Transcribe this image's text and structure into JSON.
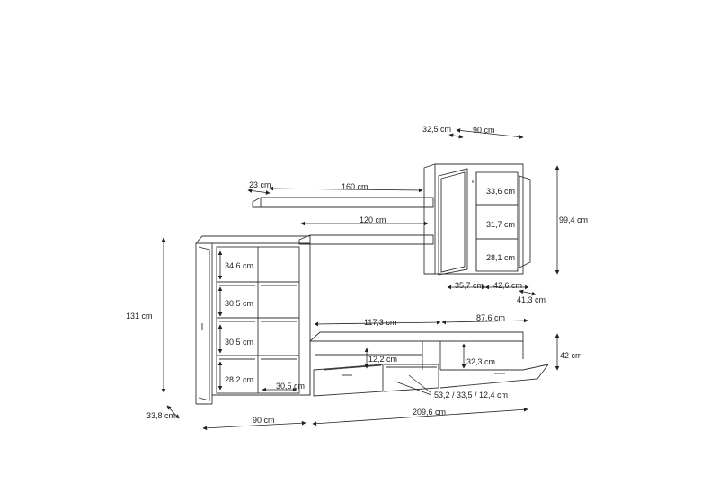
{
  "diagram": {
    "wall_unit": {
      "depth": "32,5 cm",
      "width": "90 cm",
      "height": "99,4 cm",
      "shelf_1": "33,6 cm",
      "shelf_2": "31,7 cm",
      "shelf_3": "28,1 cm",
      "bottom_left": "35,7 cm",
      "bottom_right": "42,6 cm",
      "side": "41,3 cm"
    },
    "wall_shelf": {
      "depth": "23 cm",
      "width": "160 cm"
    },
    "bridge_shelf": {
      "width": "120 cm"
    },
    "tall_cabinet": {
      "height": "131 cm",
      "shelf_1": "34,6 cm",
      "shelf_2": "30,5 cm",
      "shelf_3": "30,5 cm",
      "shelf_4": "28,2 cm",
      "shelf_width": "30,5 cm",
      "depth": "33,8 cm",
      "width": "90 cm"
    },
    "tv_bench": {
      "top_left": "117,3 cm",
      "top_right": "87,6 cm",
      "height": "42 cm",
      "inner_left": "12,2 cm",
      "inner_right": "32,3 cm",
      "drawers": "53,2 / 33,5 / 12,4 cm",
      "width": "209,6 cm"
    }
  }
}
